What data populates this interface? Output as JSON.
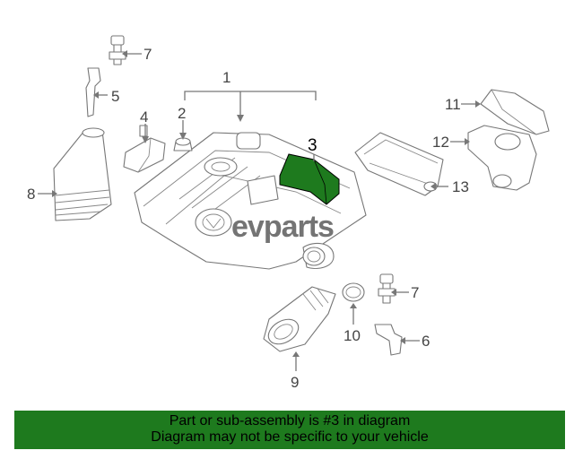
{
  "highlight_color": "#1e7a1e",
  "watermark": "evparts",
  "callouts": {
    "c1": "1",
    "c2": "2",
    "c3": "3",
    "c4": "4",
    "c5": "5",
    "c6": "6",
    "c7a": "7",
    "c7b": "7",
    "c8": "8",
    "c9": "9",
    "c10": "10",
    "c11": "11",
    "c12": "12",
    "c13": "13"
  },
  "caption": {
    "line1": "Part or sub-assembly is #3 in diagram",
    "line2": "Diagram may not be specific to your vehicle"
  }
}
